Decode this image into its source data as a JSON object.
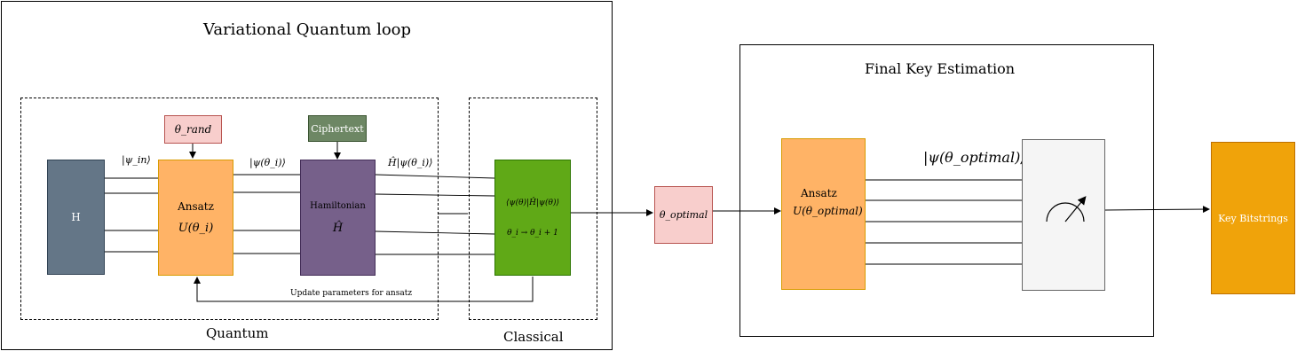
{
  "colors": {
    "h_block": "#647687",
    "ansatz": "#ffb366",
    "ansatz_border": "#d79b00",
    "hamiltonian": "#76608a",
    "classical": "#60a917",
    "theta_pink": "#f8cecc",
    "theta_pink_border": "#b85450",
    "ciphertext": "#6d8764",
    "measure_bg": "#f5f5f5",
    "key_bitstrings": "#f0a30a"
  },
  "left_panel": {
    "title": "Variational Quantum loop",
    "quantum_label": "Quantum",
    "classical_label": "Classical"
  },
  "blocks": {
    "h": "H",
    "theta_rand": "θ_rand",
    "ciphertext": "Ciphertext",
    "ansatz_title": "Ansatz",
    "ansatz_formula": "U(θ_i)",
    "hamiltonian_title": "Hamiltonian",
    "hamiltonian_symbol": "Ĥ",
    "expectation": "⟨ψ(θ)|Ĥ|ψ(θ)⟩",
    "update_rule": "θ_i → θ_i + 1",
    "theta_optimal": "θ_optimal",
    "key_bitstrings": "Key Bitstrings"
  },
  "wire_labels": {
    "psi_in": "|ψ_in⟩",
    "psi_theta_i": "|ψ(θ_i)⟩",
    "h_psi": "Ĥ|ψ(θ_i)⟩",
    "feedback": "Update parameters for ansatz"
  },
  "right_panel": {
    "title": "Final Key Estimation",
    "ansatz_title": "Ansatz",
    "ansatz_formula": "U(θ_optimal)",
    "psi_optimal": "|ψ(θ_optimal)⟩"
  },
  "icons": {
    "measure": "meter-icon"
  }
}
